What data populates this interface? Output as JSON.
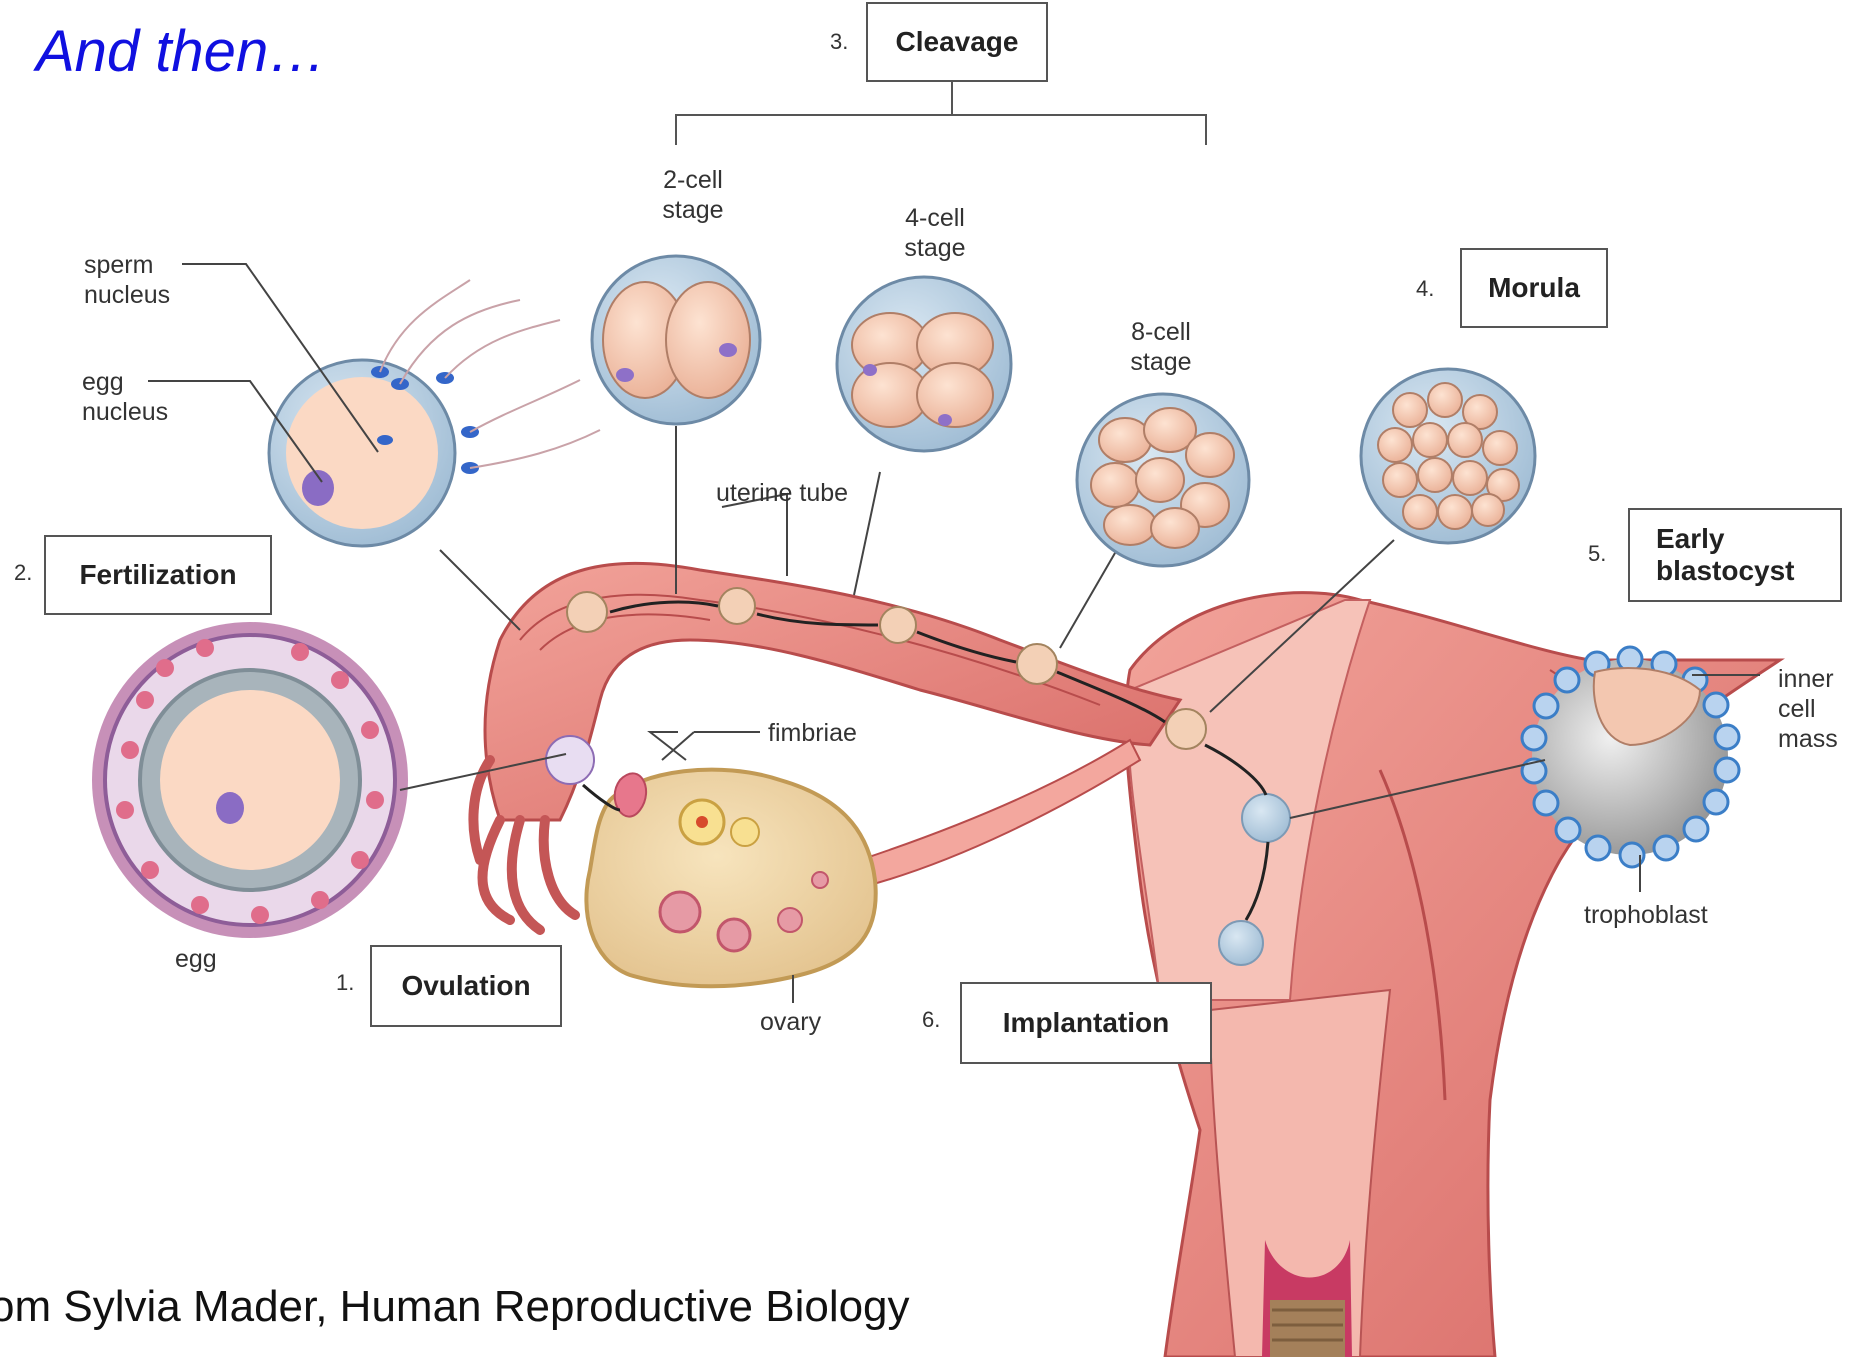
{
  "title": "And then…",
  "footer": "om Sylvia Mader, Human Reproductive Biology",
  "stages": [
    {
      "num": "1.",
      "label": "Ovulation"
    },
    {
      "num": "2.",
      "label": "Fertilization"
    },
    {
      "num": "3.",
      "label": "Cleavage"
    },
    {
      "num": "4.",
      "label": "Morula"
    },
    {
      "num": "5.",
      "label": "Early blastocyst"
    },
    {
      "num": "6.",
      "label": "Implantation"
    }
  ],
  "labels": {
    "sperm_nucleus": "sperm nucleus",
    "egg_nucleus": "egg nucleus",
    "egg": "egg",
    "two_cell": "2-cell stage",
    "four_cell": "4-cell stage",
    "eight_cell": "8-cell stage",
    "uterine_tube": "uterine tube",
    "fimbriae": "fimbriae",
    "ovary": "ovary",
    "inner_cell_mass": "inner cell mass",
    "trophoblast": "trophoblast"
  }
}
